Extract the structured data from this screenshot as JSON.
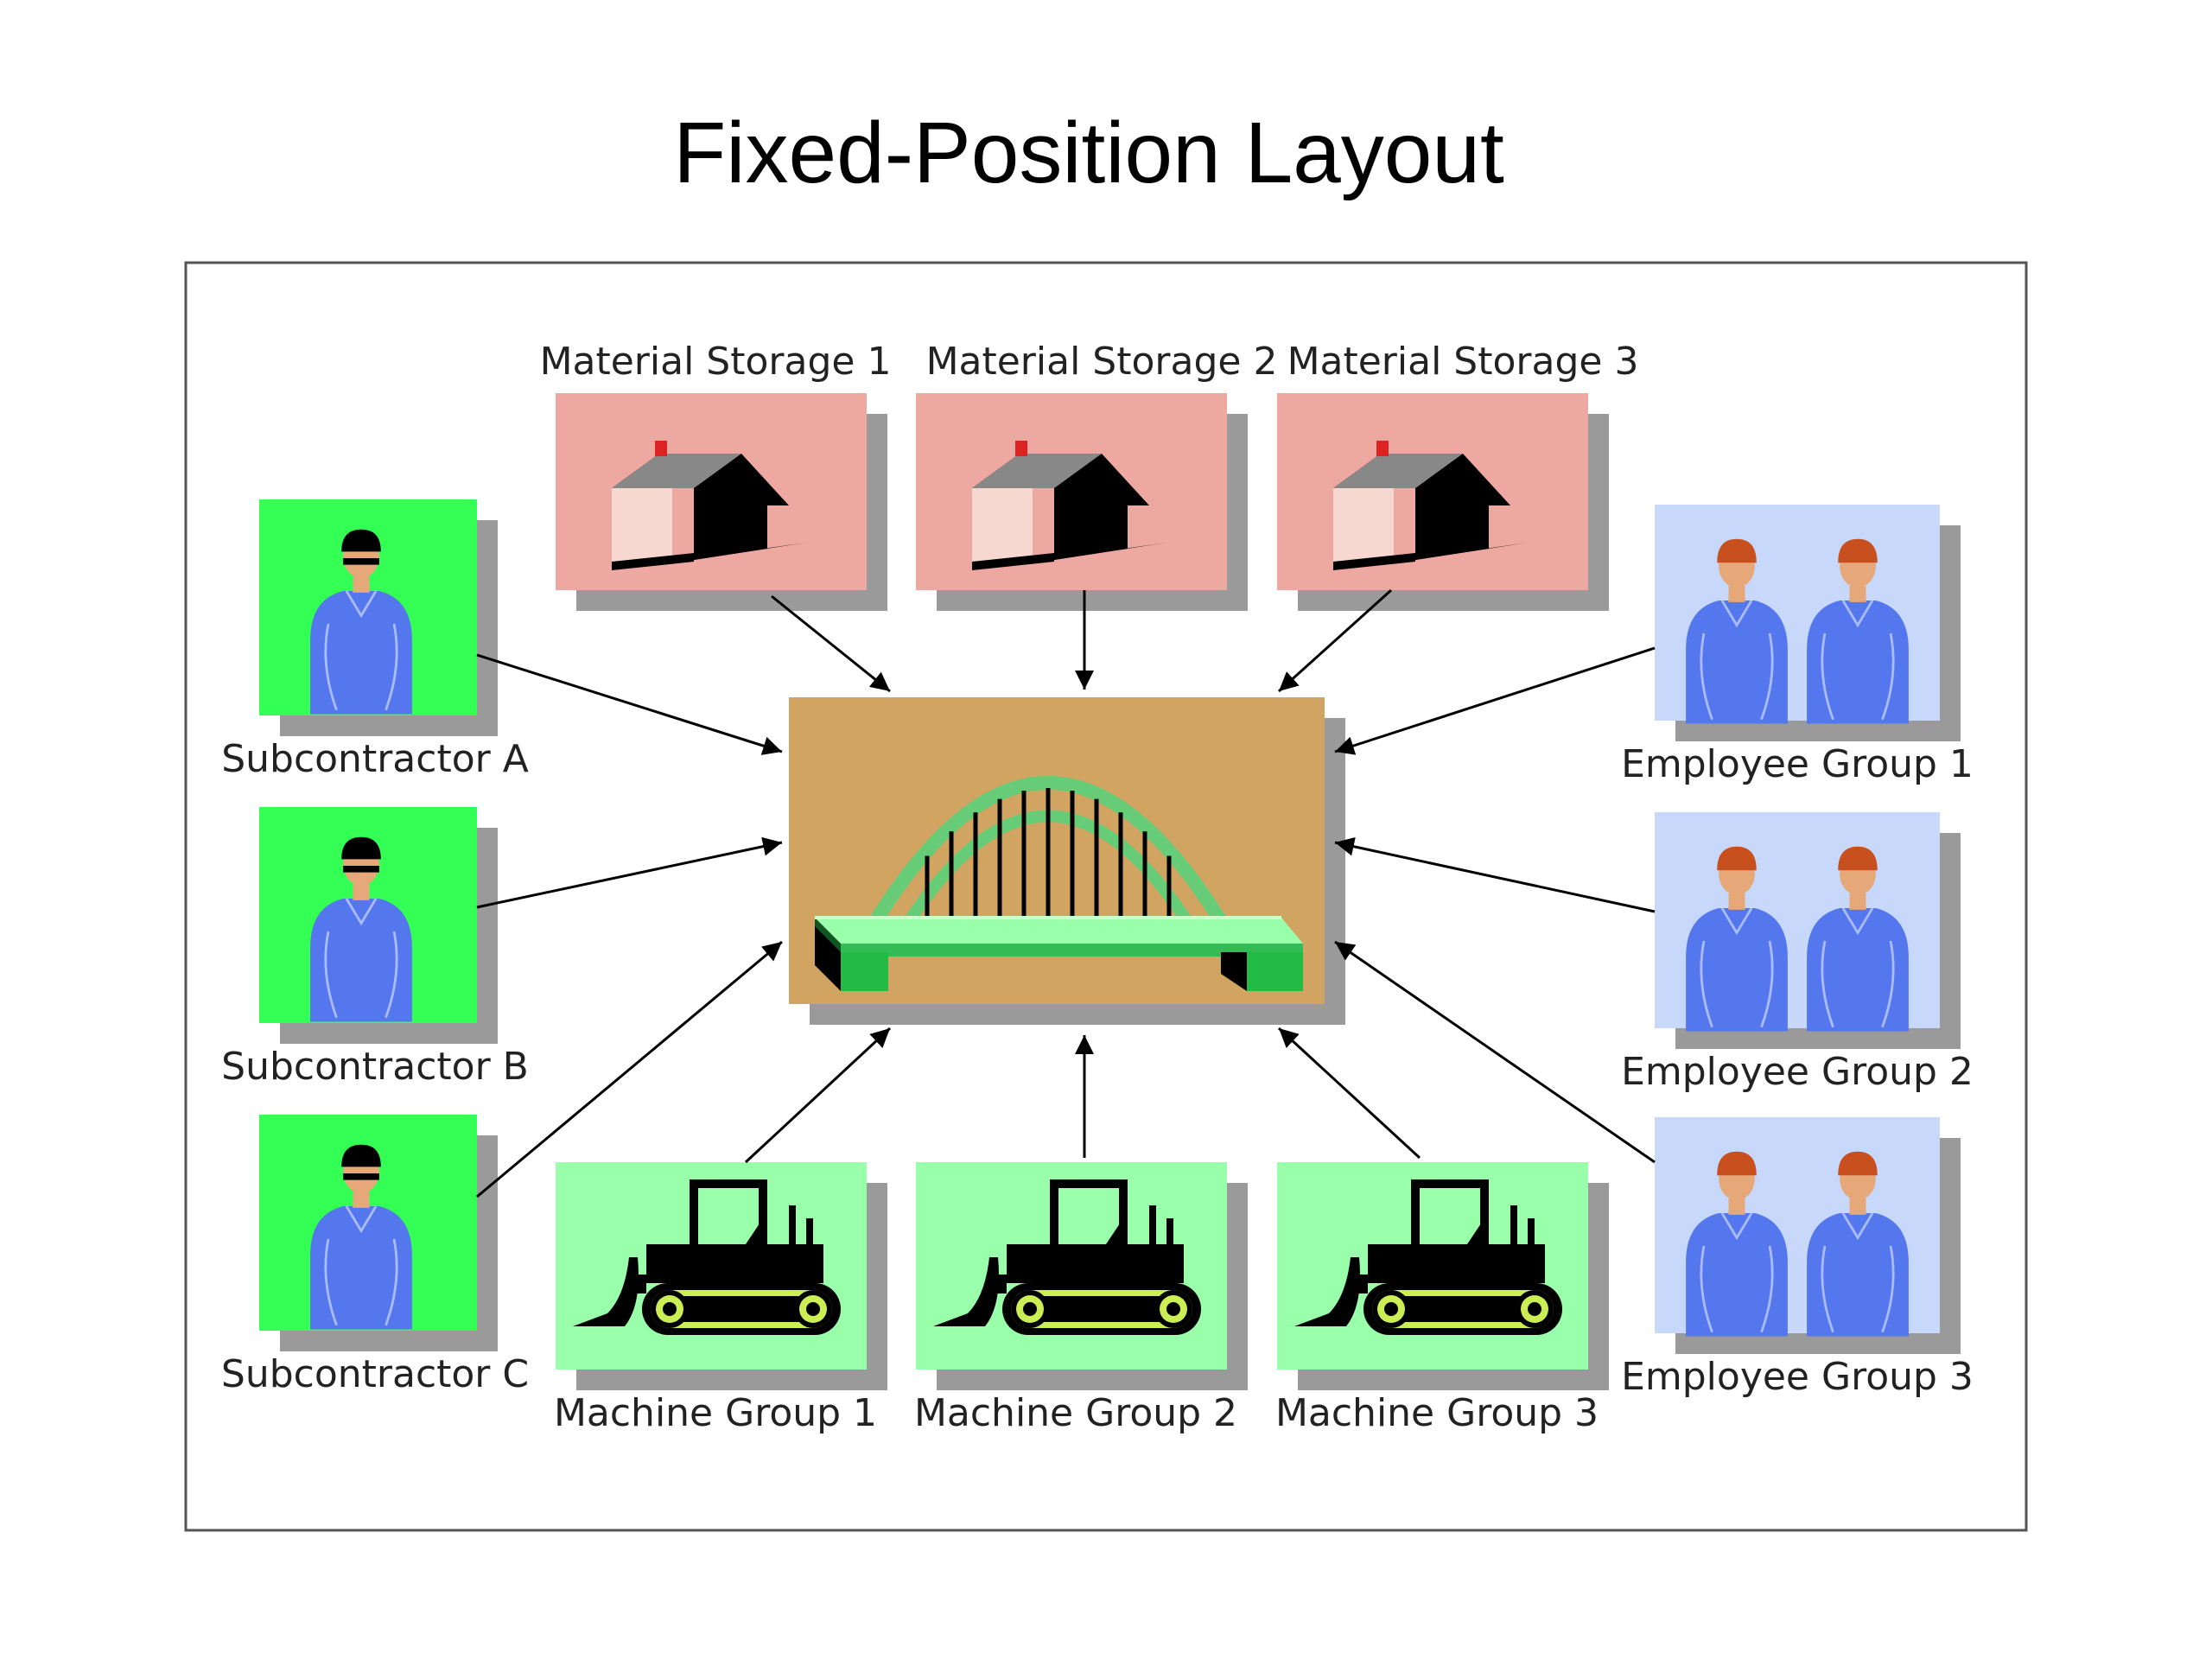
{
  "title": "Fixed-Position Layout",
  "colors": {
    "storage": "#eda8a2",
    "subcontractor": "#33ff55",
    "employee": "#c8d8fb",
    "machine": "#99ffaa",
    "center": "#d2a462",
    "shadow": "#9a9a9a",
    "person_shirt": "#5577ee",
    "bridge": "#66cc77"
  },
  "center": {
    "name": "bridge-project",
    "icon": "bridge-icon"
  },
  "materials": [
    {
      "label": "Material Storage 1",
      "icon": "house-icon"
    },
    {
      "label": "Material Storage 2",
      "icon": "house-icon"
    },
    {
      "label": "Material Storage 3",
      "icon": "house-icon"
    }
  ],
  "subcontractors": [
    {
      "label": "Subcontractor A",
      "icon": "worker-icon"
    },
    {
      "label": "Subcontractor B",
      "icon": "worker-icon"
    },
    {
      "label": "Subcontractor C",
      "icon": "worker-icon"
    }
  ],
  "employees": [
    {
      "label": "Employee Group 1",
      "icon": "two-workers-icon"
    },
    {
      "label": "Employee Group 2",
      "icon": "two-workers-icon"
    },
    {
      "label": "Employee Group 3",
      "icon": "two-workers-icon"
    }
  ],
  "machines": [
    {
      "label": "Machine Group 1",
      "icon": "bulldozer-icon"
    },
    {
      "label": "Machine Group 2",
      "icon": "bulldozer-icon"
    },
    {
      "label": "Machine Group 3",
      "icon": "bulldozer-icon"
    }
  ]
}
